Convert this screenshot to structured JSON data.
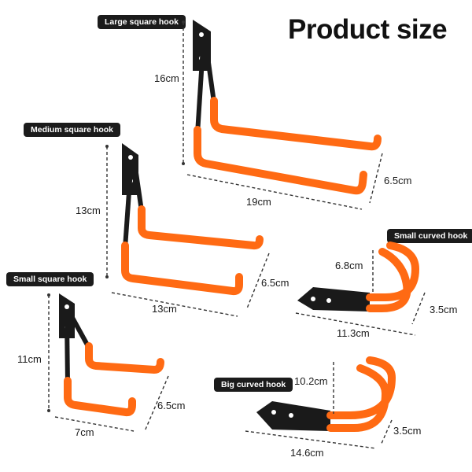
{
  "title": "Product size",
  "colors": {
    "hook": "#ff6a13",
    "hook_shadow": "#d9530a",
    "bracket": "#1a1a1a"
  },
  "hooks": [
    {
      "name": "Large square hook",
      "height": "16cm",
      "length": "19cm",
      "depth": "6.5cm"
    },
    {
      "name": "Medium square hook",
      "height": "13cm",
      "length": "13cm",
      "depth": "6.5cm"
    },
    {
      "name": "Small square hook",
      "height": "11cm",
      "length": "7cm",
      "depth": "6.5cm"
    },
    {
      "name": "Small curved hook",
      "height": "6.8cm",
      "length": "11.3cm",
      "depth": "3.5cm"
    },
    {
      "name": "Big curved hook",
      "height": "10.2cm",
      "length": "14.6cm",
      "depth": "3.5cm"
    }
  ]
}
